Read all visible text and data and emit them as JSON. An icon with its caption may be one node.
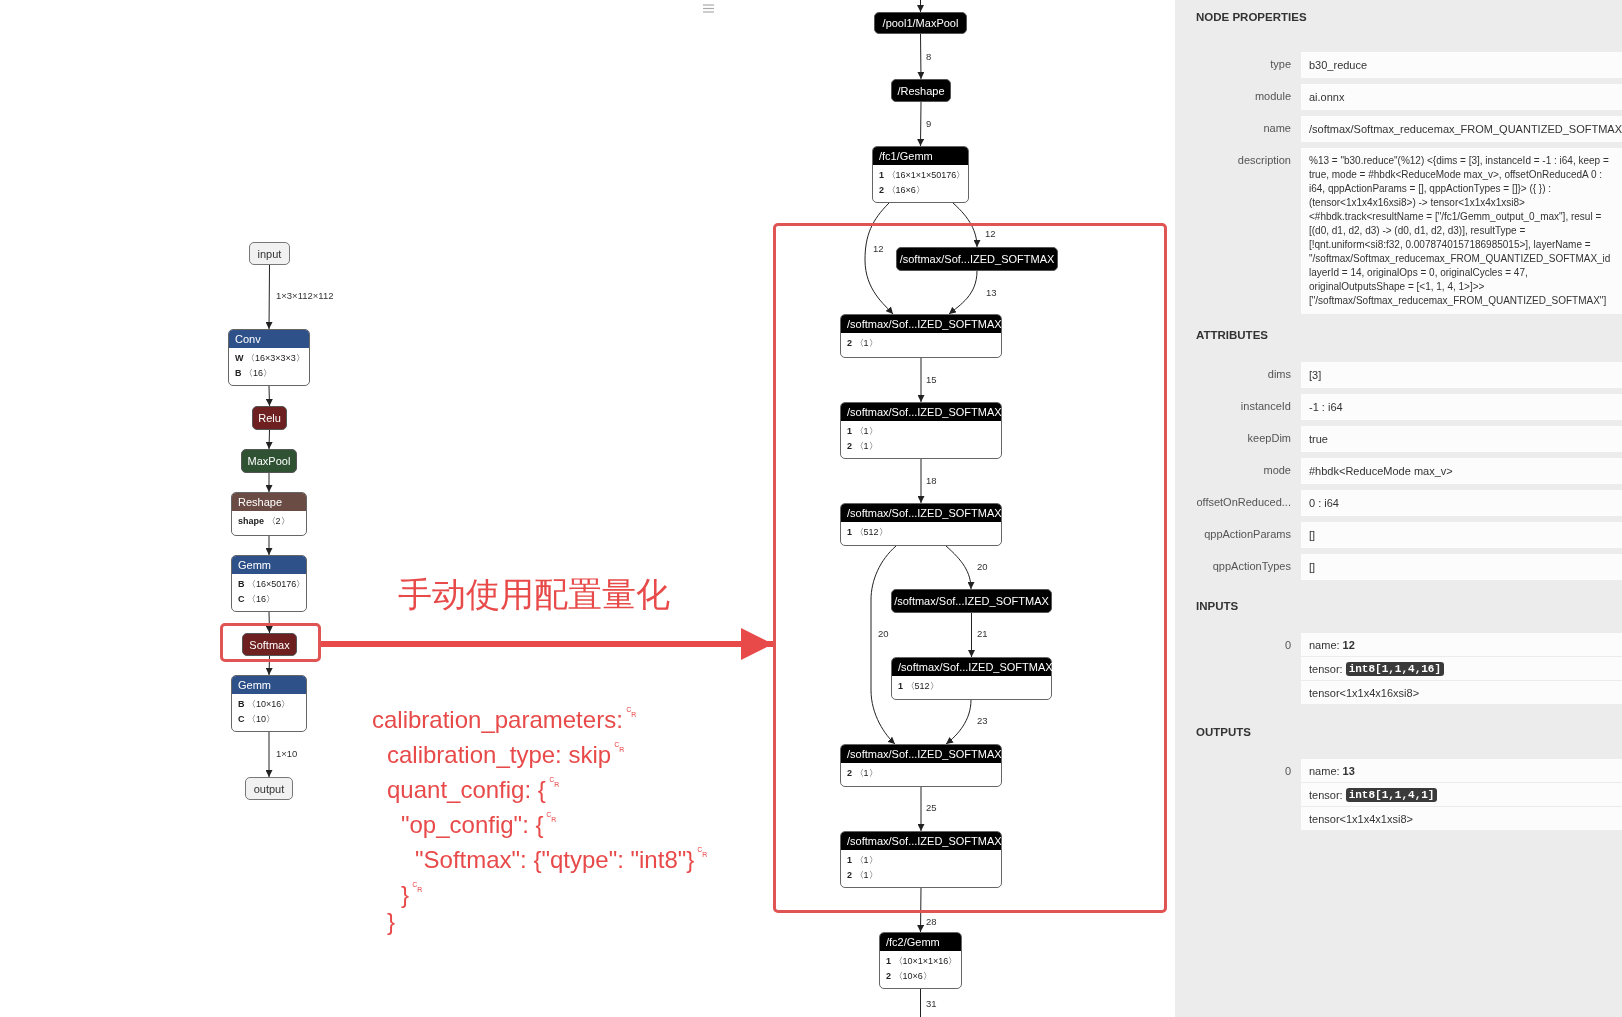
{
  "diagram": {
    "nodes": [
      {
        "text": [
          "input"
        ]
      },
      {
        "text": [
          "Conv",
          "**W** 〈16×3×3×3〉",
          "**B** 〈16〉"
        ]
      },
      {
        "text": [
          "Relu"
        ]
      },
      {
        "text": [
          "MaxPool"
        ]
      },
      {
        "text": [
          "Reshape",
          "**shape** 〈2〉"
        ]
      },
      {
        "text": [
          "Gemm",
          "**B** 〈16×50176〉",
          "**C** 〈16〉"
        ]
      },
      {
        "text": [],
        "shape": "box"
      },
      {
        "text": [
          "Softmax"
        ],
        "in": 6
      },
      {
        "text": [
          "Gemm",
          "**B** 〈10×16〉",
          "**C** 〈10〉"
        ]
      },
      {
        "text": [
          "output"
        ]
      },
      {
        "text": [
          "/pool1/MaxPool"
        ]
      },
      {
        "text": [
          "/Reshape"
        ]
      },
      {
        "text": [
          "/fc1/Gemm",
          "**1** 〈16×1×1×50176〉",
          "**2** 〈16×6〉"
        ]
      },
      {
        "text": [],
        "shape": "box"
      },
      {
        "text": [
          "/softmax/Sof...IZED_SOFTMAX"
        ],
        "in": 13
      },
      {
        "text": [
          "/softmax/Sof...IZED_SOFTMAX",
          "**2** 〈1〉"
        ],
        "in": 13
      },
      {
        "text": [
          "/softmax/Sof...IZED_SOFTMAX",
          "**1** 〈1〉",
          "**2** 〈1〉"
        ],
        "in": 13
      },
      {
        "text": [
          "/softmax/Sof...IZED_SOFTMAX",
          "**1** 〈512〉"
        ],
        "in": 13
      },
      {
        "text": [
          "/softmax/Sof...IZED_SOFTMAX"
        ],
        "in": 13
      },
      {
        "text": [
          "/softmax/Sof...IZED_SOFTMAX",
          "**1** 〈512〉"
        ],
        "in": 13
      },
      {
        "text": [
          "/softmax/Sof...IZED_SOFTMAX",
          "**2** 〈1〉"
        ],
        "in": 13
      },
      {
        "text": [
          "/softmax/Sof...IZED_SOFTMAX",
          "**1** 〈1〉",
          "**2** 〈1〉"
        ],
        "in": 13
      },
      {
        "text": [
          "/fc2/Gemm",
          "**1** 〈10×1×1×16〉",
          "**2** 〈10×6〉"
        ]
      }
    ],
    "edges": [
      {
        "from": 0,
        "to": 1,
        "arrow": "to",
        "label": "1×3×112×112"
      },
      {
        "from": 1,
        "to": 2,
        "arrow": "to"
      },
      {
        "from": 2,
        "to": 3,
        "arrow": "to"
      },
      {
        "from": 3,
        "to": 4,
        "arrow": "to"
      },
      {
        "from": 4,
        "to": 5,
        "arrow": "to"
      },
      {
        "from": 5,
        "to": 7,
        "arrow": "to"
      },
      {
        "from": 7,
        "to": 8,
        "arrow": "to"
      },
      {
        "from": 8,
        "to": 9,
        "arrow": "to",
        "label": "1×10"
      },
      {
        "from": 6,
        "to": 13,
        "arrow": "to",
        "label": "手动使用配置量化",
        "style": "thick",
        "color": "#e84a4a"
      },
      {
        "from": null,
        "to": 10,
        "arrow": "to"
      },
      {
        "from": 10,
        "to": 11,
        "arrow": "to",
        "label": "8"
      },
      {
        "from": 11,
        "to": 12,
        "arrow": "to",
        "label": "9"
      },
      {
        "from": 12,
        "to": 15,
        "arrow": "to",
        "label": "12"
      },
      {
        "from": 12,
        "to": 14,
        "arrow": "to",
        "label": "12"
      },
      {
        "from": 14,
        "to": 15,
        "arrow": "to",
        "label": "13"
      },
      {
        "from": 15,
        "to": 16,
        "arrow": "to",
        "label": "15"
      },
      {
        "from": 16,
        "to": 17,
        "arrow": "to",
        "label": "18"
      },
      {
        "from": 17,
        "to": 18,
        "arrow": "to",
        "label": "20"
      },
      {
        "from": 17,
        "to": 20,
        "arrow": "to",
        "label": "20"
      },
      {
        "from": 18,
        "to": 19,
        "arrow": "to",
        "label": "21"
      },
      {
        "from": 19,
        "to": 20,
        "arrow": "to",
        "label": "23"
      },
      {
        "from": 20,
        "to": 21,
        "arrow": "to",
        "label": "25"
      },
      {
        "from": 21,
        "to": 22,
        "arrow": "to",
        "label": "28"
      },
      {
        "from": 22,
        "to": null,
        "arrow": "none",
        "label": "31"
      }
    ],
    "labels": [
      "calibration_parameters:$^{␍}$",
      "calibration_type: skip$^{␍}$",
      "quant_config: {$^{␍}$",
      "\"op_config\": {$^{␍}$",
      "\"Softmax\": {\"qtype\": \"int8\"}$^{␍}$",
      "}$^{␍}$",
      "}",
      "NODE PROPERTIES",
      "type",
      "b30_reduce",
      "module",
      "ai.onnx",
      "name",
      "/softmax/Softmax_reducemax_FROM_QUANTIZED_SOFTMAX",
      "description",
      "%13 = \"b30.reduce\"(%12) <{dims = [3], instanceId = -1 : i64, keep = true, mode = #hbdk<ReduceMode max_v>, offsetOnReducedA 0 : i64, qppActionParams = [], qppActionTypes = []}> ({ }) : (tensor<1x1x4x16xsi8>) -> tensor<1x1x4x1xsi8> <#hbdk.track<resultName = [\"/fc1/Gemm_output_0_max\"], resul = [(d0, d1, d2, d3) -> (d0, d1, d2, d3)], resultType = [!qnt.uniform<si8:f32, 0.0078740157186985015>], layerName = \"/softmax/Softmax_reducemax_FROM_QUANTIZED_SOFTMAX_id layerId = 14, originalOps = 0, originalCycles = 47, originalOutputsShape = [<1, 1, 4, 1>]>> [\"/softmax/Softmax_reducemax_FROM_QUANTIZED_SOFTMAX\"]",
      "ATTRIBUTES",
      "dims",
      "[3]",
      "instanceId",
      "-1 : i64",
      "keepDim",
      "true",
      "mode",
      "#hbdk<ReduceMode max_v>",
      "offsetOnReduced...",
      "0 : i64",
      "qppActionParams",
      "[]",
      "qppActionTypes",
      "[]",
      "INPUTS",
      "0",
      "name: **12**",
      "tensor:",
      "int8[1,1,4,16]",
      "tensor<1x1x4x16xsi8>",
      "OUTPUTS",
      "0",
      "name: **13**",
      "tensor:",
      "int8[1,1,4,1]",
      "tensor<1x1x4x1xsi8>"
    ]
  }
}
